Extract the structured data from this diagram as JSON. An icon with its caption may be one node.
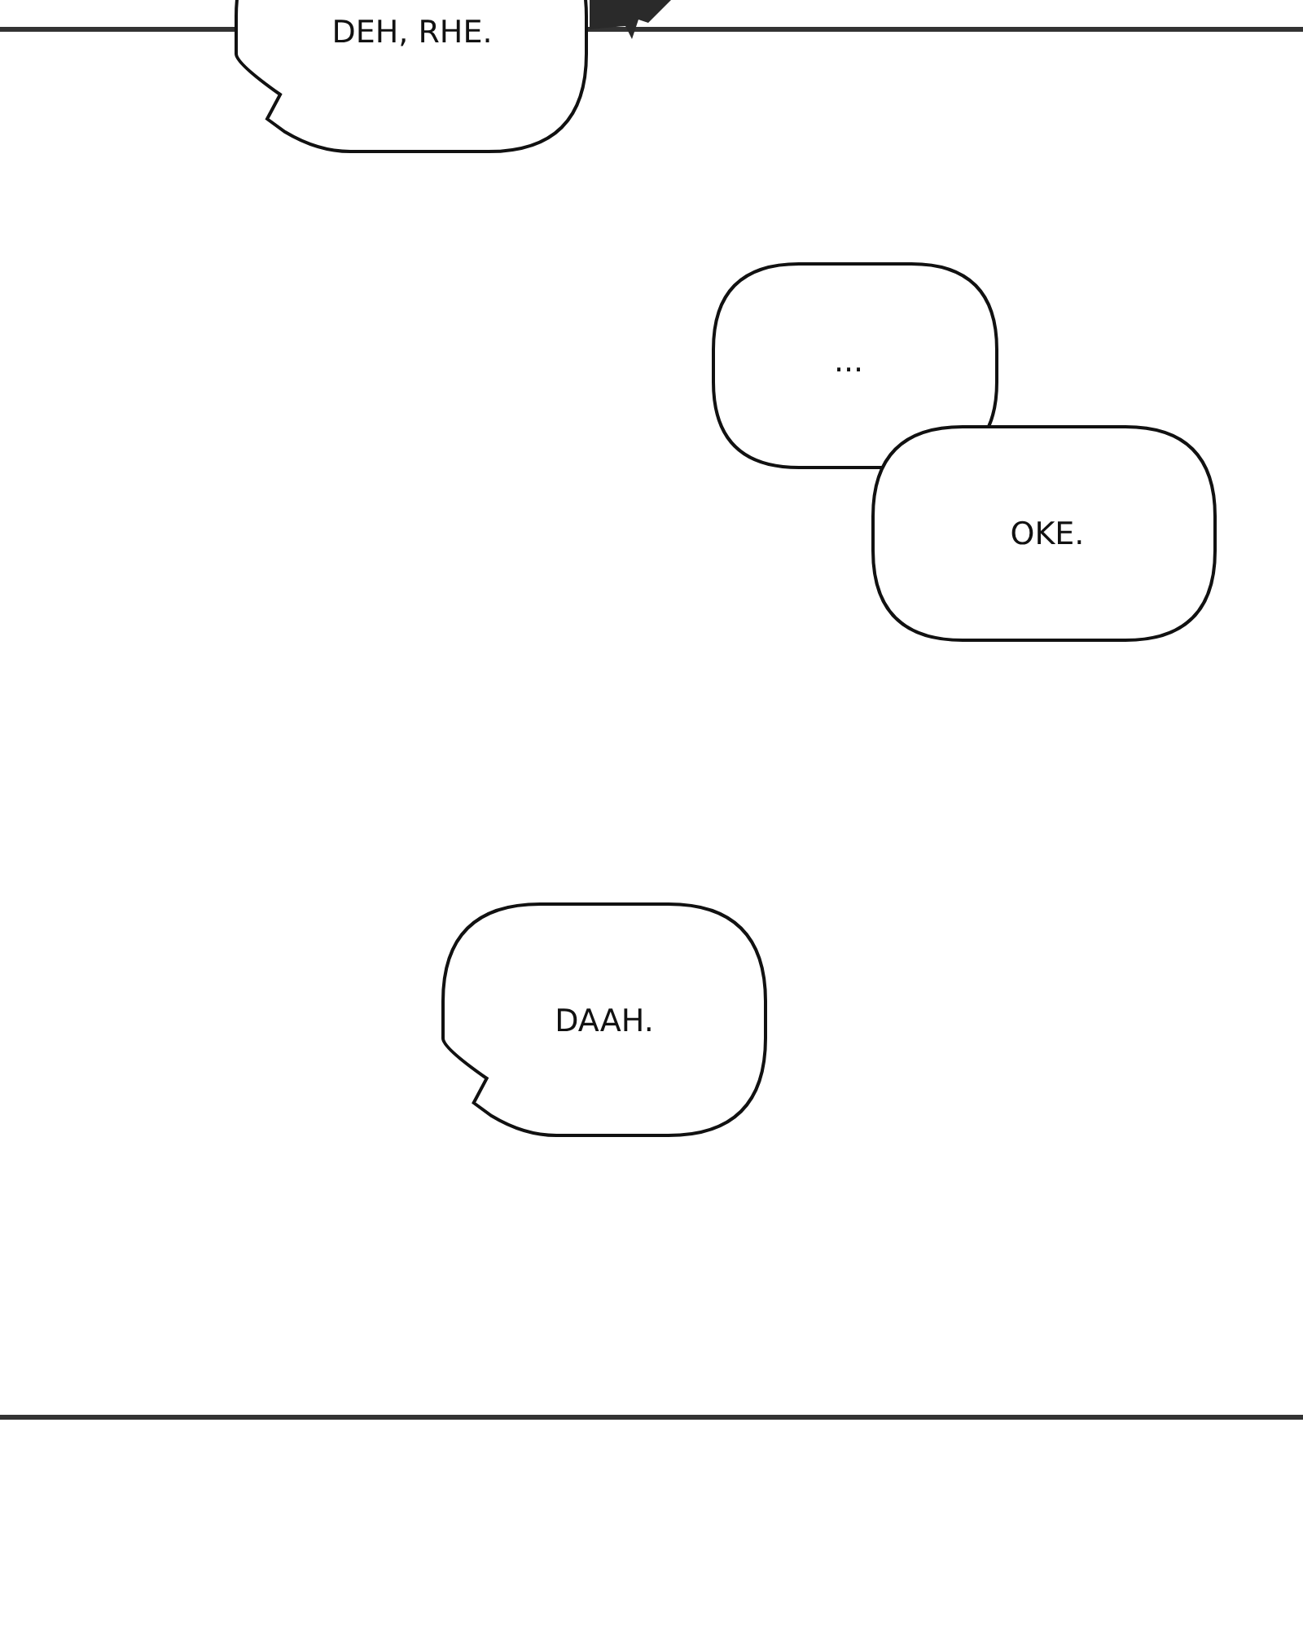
{
  "diagram": {
    "nodes": [
      {
        "text": [
          "DEH, RHE."
        ]
      },
      {
        "text": [
          "..."
        ]
      },
      {
        "text": [
          "OKE."
        ]
      },
      {
        "text": [
          "DAAH."
        ]
      }
    ]
  }
}
